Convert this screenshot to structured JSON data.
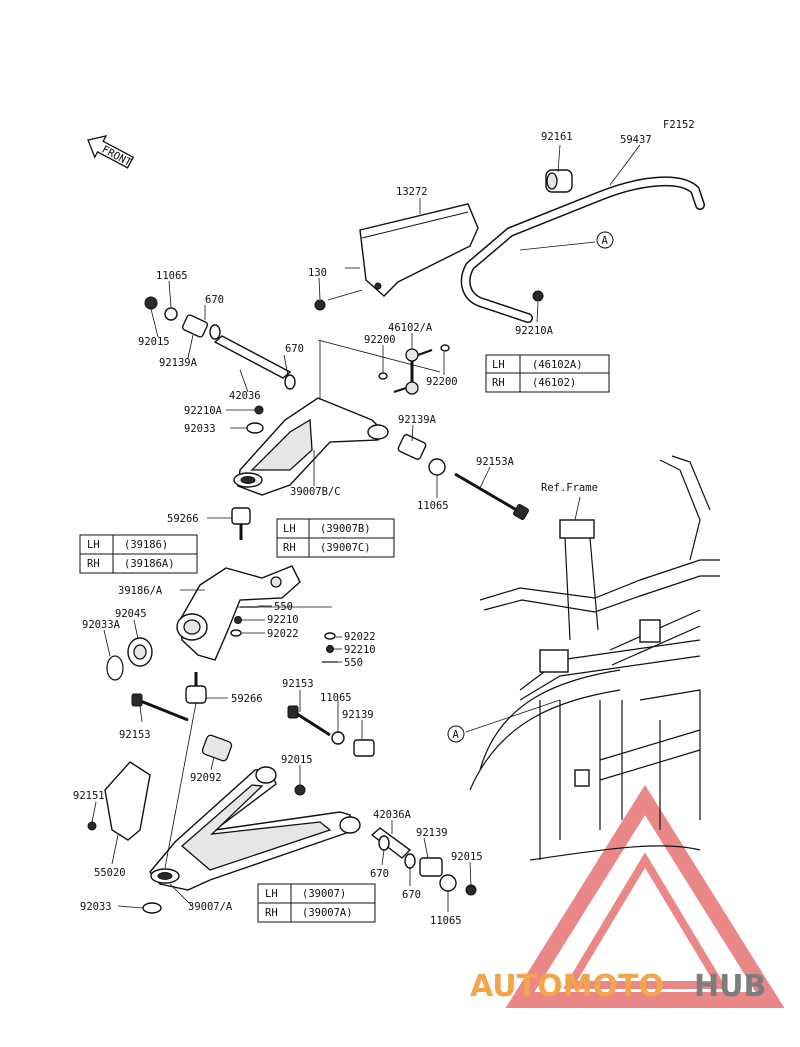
{
  "figure_code": "F2152",
  "front_arrow": "FRONT",
  "ref_frame": "Ref.Frame",
  "callout_a": "A",
  "parts": {
    "p92161": "92161",
    "p59437": "59437",
    "p13272": "13272",
    "p11065a": "11065",
    "p130": "130",
    "p670a": "670",
    "p92015a": "92015",
    "p92139Aa": "92139A",
    "p46102A": "46102/A",
    "p92200a": "92200",
    "p92210Aa": "92210A",
    "p670b": "670",
    "p42036": "42036",
    "p92200b": "92200",
    "p92210Ab": "92210A",
    "p92033a": "92033",
    "p92139Ab": "92139A",
    "p92153A": "92153A",
    "p39007BC": "39007B/C",
    "p11065b": "11065",
    "p59266a": "59266",
    "p39186A": "39186/A",
    "p92045": "92045",
    "p550a": "550",
    "p92033A": "92033A",
    "p92210a": "92210",
    "p92022a": "92022",
    "p92022b": "92022",
    "p92210b": "92210",
    "p550b": "550",
    "p92153a": "92153",
    "p59266b": "59266",
    "p11065c": "11065",
    "p92153b": "92153",
    "p92139a": "92139",
    "p92092": "92092",
    "p92015b": "92015",
    "p92151": "92151",
    "p42036A": "42036A",
    "p92139b": "92139",
    "p92015c": "92015",
    "p670c": "670",
    "p55020": "55020",
    "p670d": "670",
    "p92033b": "92033",
    "p39007A": "39007/A",
    "p11065d": "11065"
  },
  "tables": {
    "t46102": {
      "lh": "LH",
      "lh_val": "(46102A)",
      "rh": "RH",
      "rh_val": "(46102)"
    },
    "t39007BC": {
      "lh": "LH",
      "lh_val": "(39007B)",
      "rh": "RH",
      "rh_val": "(39007C)"
    },
    "t39186": {
      "lh": "LH",
      "lh_val": "(39186)",
      "rh": "RH",
      "rh_val": "(39186A)"
    },
    "t39007": {
      "lh": "LH",
      "lh_val": "(39007)",
      "rh": "RH",
      "rh_val": "(39007A)"
    }
  },
  "watermark": {
    "part1": "AUTOMOTO",
    "part2": "HUB",
    "color1": "#f2a64a",
    "color2": "#7d7d7d",
    "triangle_color": "#e36060"
  }
}
